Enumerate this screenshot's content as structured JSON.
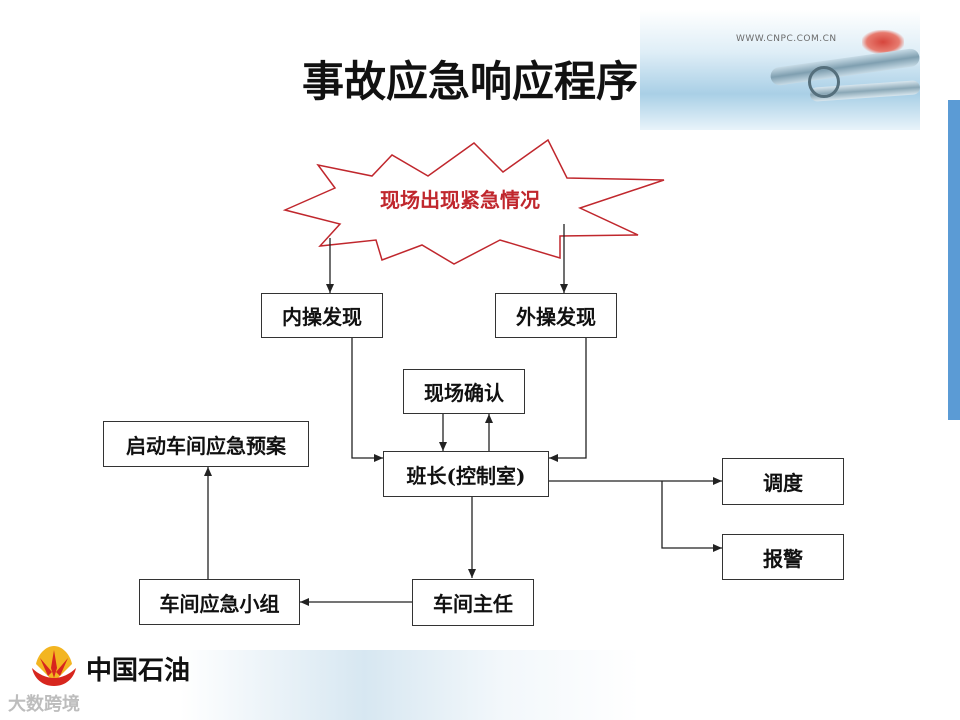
{
  "header": {
    "title": "事故应急响应程序",
    "url": "WWW.CNPC.COM.CN"
  },
  "diagram": {
    "start": "现场出现紧急情况",
    "inner_op": "内操发现",
    "outer_op": "外操发现",
    "site_confirm": "现场确认",
    "monitor": "班长(控制室)",
    "dispatch": "调度",
    "alarm": "报警",
    "plan": "启动车间应急预案",
    "director": "车间主任",
    "team": "车间应急小组"
  },
  "footer": {
    "logo_text": "中国石油",
    "watermark": "大数跨境"
  },
  "colors": {
    "accent_red": "#c0272d",
    "sidebar_blue": "#5b9bd5",
    "logo_red": "#d7261e",
    "logo_yellow": "#f3b521"
  }
}
